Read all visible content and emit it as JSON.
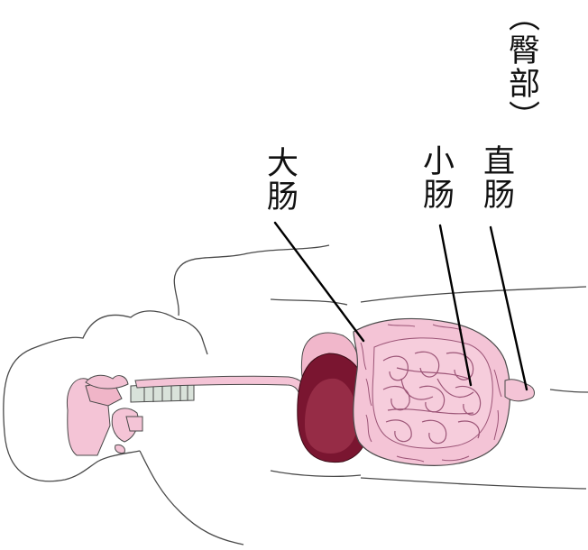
{
  "labels": {
    "large_intestine": "大肠",
    "small_intestine": "小肠",
    "rectum": "直肠",
    "rectum_note": "（臀部）"
  },
  "colors": {
    "outline": "#4a4a4a",
    "pink": "#f4c4d6",
    "pink_dark": "#b9668e",
    "liver": "#7a1530",
    "liver_light": "#a83c55",
    "stomach": "#f1b7cb",
    "gallbladder": "#6cab3c",
    "trachea": "#d9e2da"
  }
}
